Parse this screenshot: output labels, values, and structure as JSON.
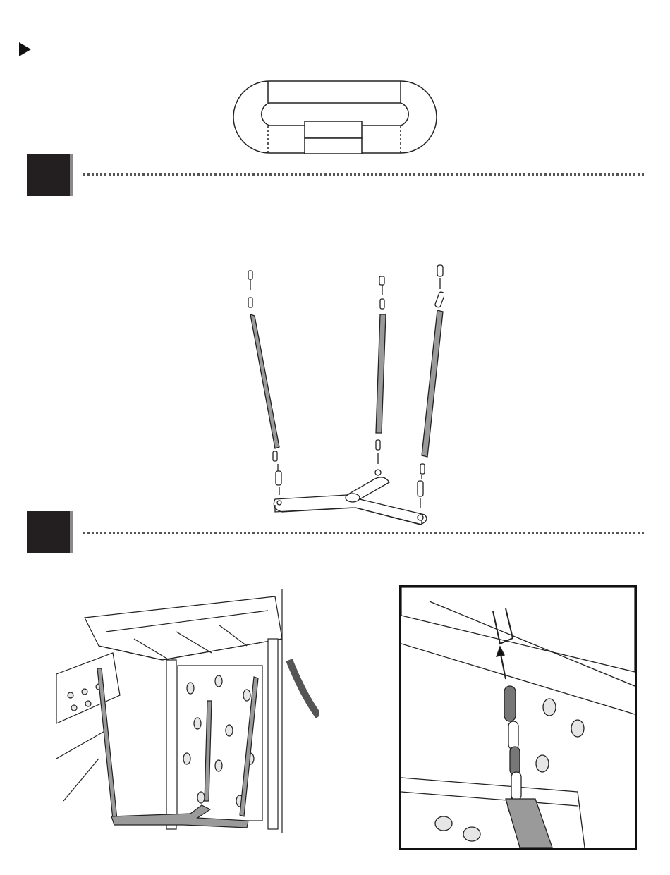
{
  "page": {
    "background": "#ffffff",
    "ink": "#1a1a1a"
  },
  "header": {
    "marker_icon": "play-triangle-icon"
  },
  "steps": [
    {
      "name": "step-1",
      "icon": "step-number-box"
    },
    {
      "name": "step-2",
      "icon": "step-number-box"
    }
  ],
  "illustrations": {
    "track_outline": "oval-track-diagram",
    "swing_assembly": "three-rope-saucer-swing",
    "playset_view": "swing-hung-under-deck",
    "detail_inset": "chain-hook-closeup"
  },
  "colors": {
    "rope_fill": "#9a9a9a",
    "step_box": "#231f20",
    "step_shadow": "#8a8a8a"
  }
}
